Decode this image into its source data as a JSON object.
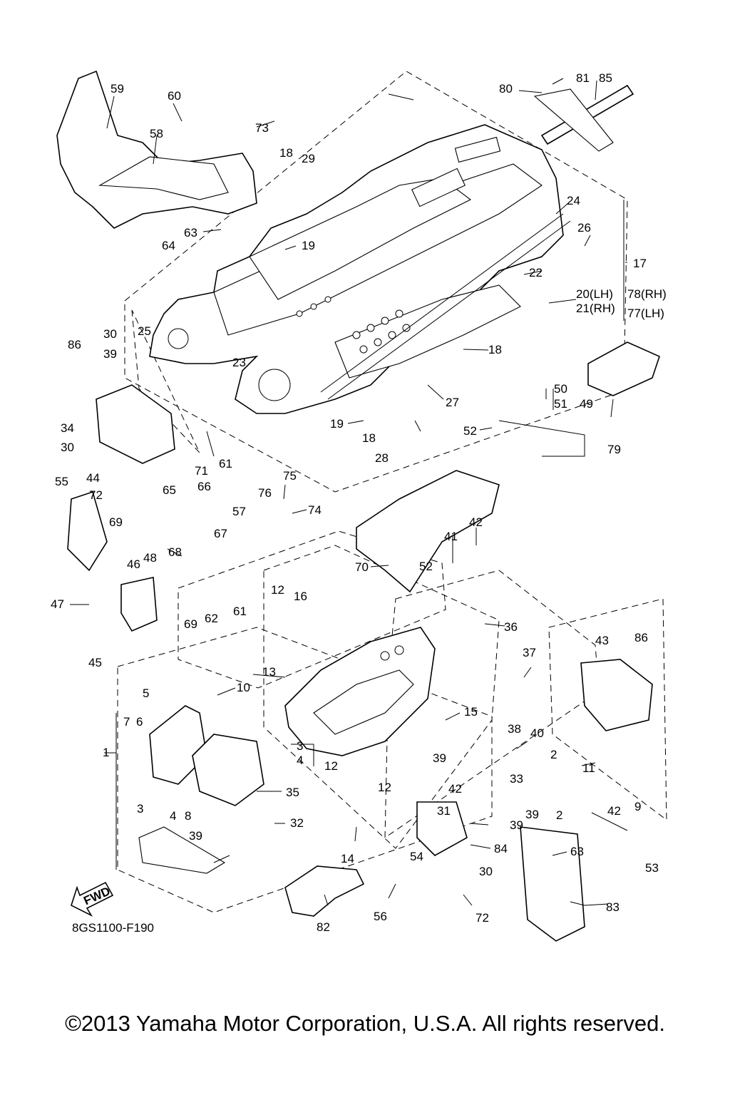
{
  "diagram": {
    "reference_code": "8GS1100-F190",
    "direction_badge": "FWD",
    "copyright": "©2013 Yamaha Motor Corporation, U.S.A. All rights reserved.",
    "callouts": [
      "59",
      "60",
      "58",
      "73",
      "18",
      "29",
      "80",
      "81",
      "85",
      "64",
      "63",
      "19",
      "24",
      "26",
      "17",
      "22",
      "20(LH)",
      "21(RH)",
      "78(RH)",
      "77(LH)",
      "86",
      "30",
      "39",
      "25",
      "23",
      "18",
      "27",
      "50",
      "51",
      "49",
      "79",
      "34",
      "30",
      "44",
      "71",
      "61",
      "19",
      "18",
      "28",
      "52",
      "55",
      "72",
      "65",
      "66",
      "75",
      "76",
      "74",
      "57",
      "69",
      "68",
      "67",
      "48",
      "46",
      "70",
      "52",
      "41",
      "42",
      "47",
      "12",
      "16",
      "61",
      "69",
      "62",
      "36",
      "45",
      "43",
      "86",
      "37",
      "13",
      "10",
      "5",
      "7",
      "6",
      "38",
      "40",
      "1",
      "3",
      "4",
      "2",
      "12",
      "15",
      "39",
      "33",
      "11",
      "12",
      "35",
      "42",
      "42",
      "9",
      "3",
      "4",
      "8",
      "32",
      "31",
      "39",
      "39",
      "2",
      "39",
      "84",
      "63",
      "14",
      "53",
      "54",
      "30",
      "56",
      "72",
      "82",
      "83"
    ]
  }
}
